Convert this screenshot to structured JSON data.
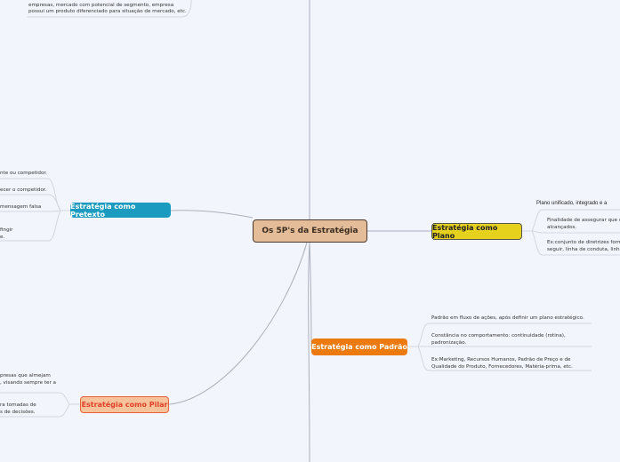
{
  "central": {
    "label": "Os 5P's da Estratégia"
  },
  "branches": {
    "pretexto": {
      "label": "Estratégia como Pretexto",
      "color": "#1a9bbf",
      "items": [
        "nte ou competidor.",
        "ecer o competidor.",
        "mensagem falsa",
        "fingir\ne."
      ]
    },
    "plano": {
      "label": "Estratégia como Plano",
      "color": "#e6d11c",
      "items": [
        "Plano unificado, integrado e a",
        "Finalidade de assegurar que o\nalcançados.",
        "Ex:conjunto de diretrizes form\nseguir, linha de conduta, linha"
      ]
    },
    "padrao": {
      "label": "Estratégia como Padrão",
      "color": "#ec7a0f",
      "items": [
        "Padrão em fluxo de ações, após definir um plano estratégico.",
        "Constância no comportamento: continuidade (rotina),\npadronização.",
        "Ex:Marketing, Recursos Humanos, Padrão de Preço e de\nQualidade do Produto, Fornecedores, Matéria-prima, etc."
      ]
    },
    "pilar": {
      "label": "Estratégia como Pilar",
      "color": "#f8c29b",
      "items": [
        "presas que almejam\n, visando sempre ter a",
        "ra tomadas de\ns de decisões."
      ]
    },
    "top": {
      "items": [
        "Ex:pesquisas estratégicas, mercado não explorado por outras\nempresas, mercado com potencial de segmento, empresa\npossui um produto diferenciado para situação de mercado, etc."
      ]
    }
  }
}
